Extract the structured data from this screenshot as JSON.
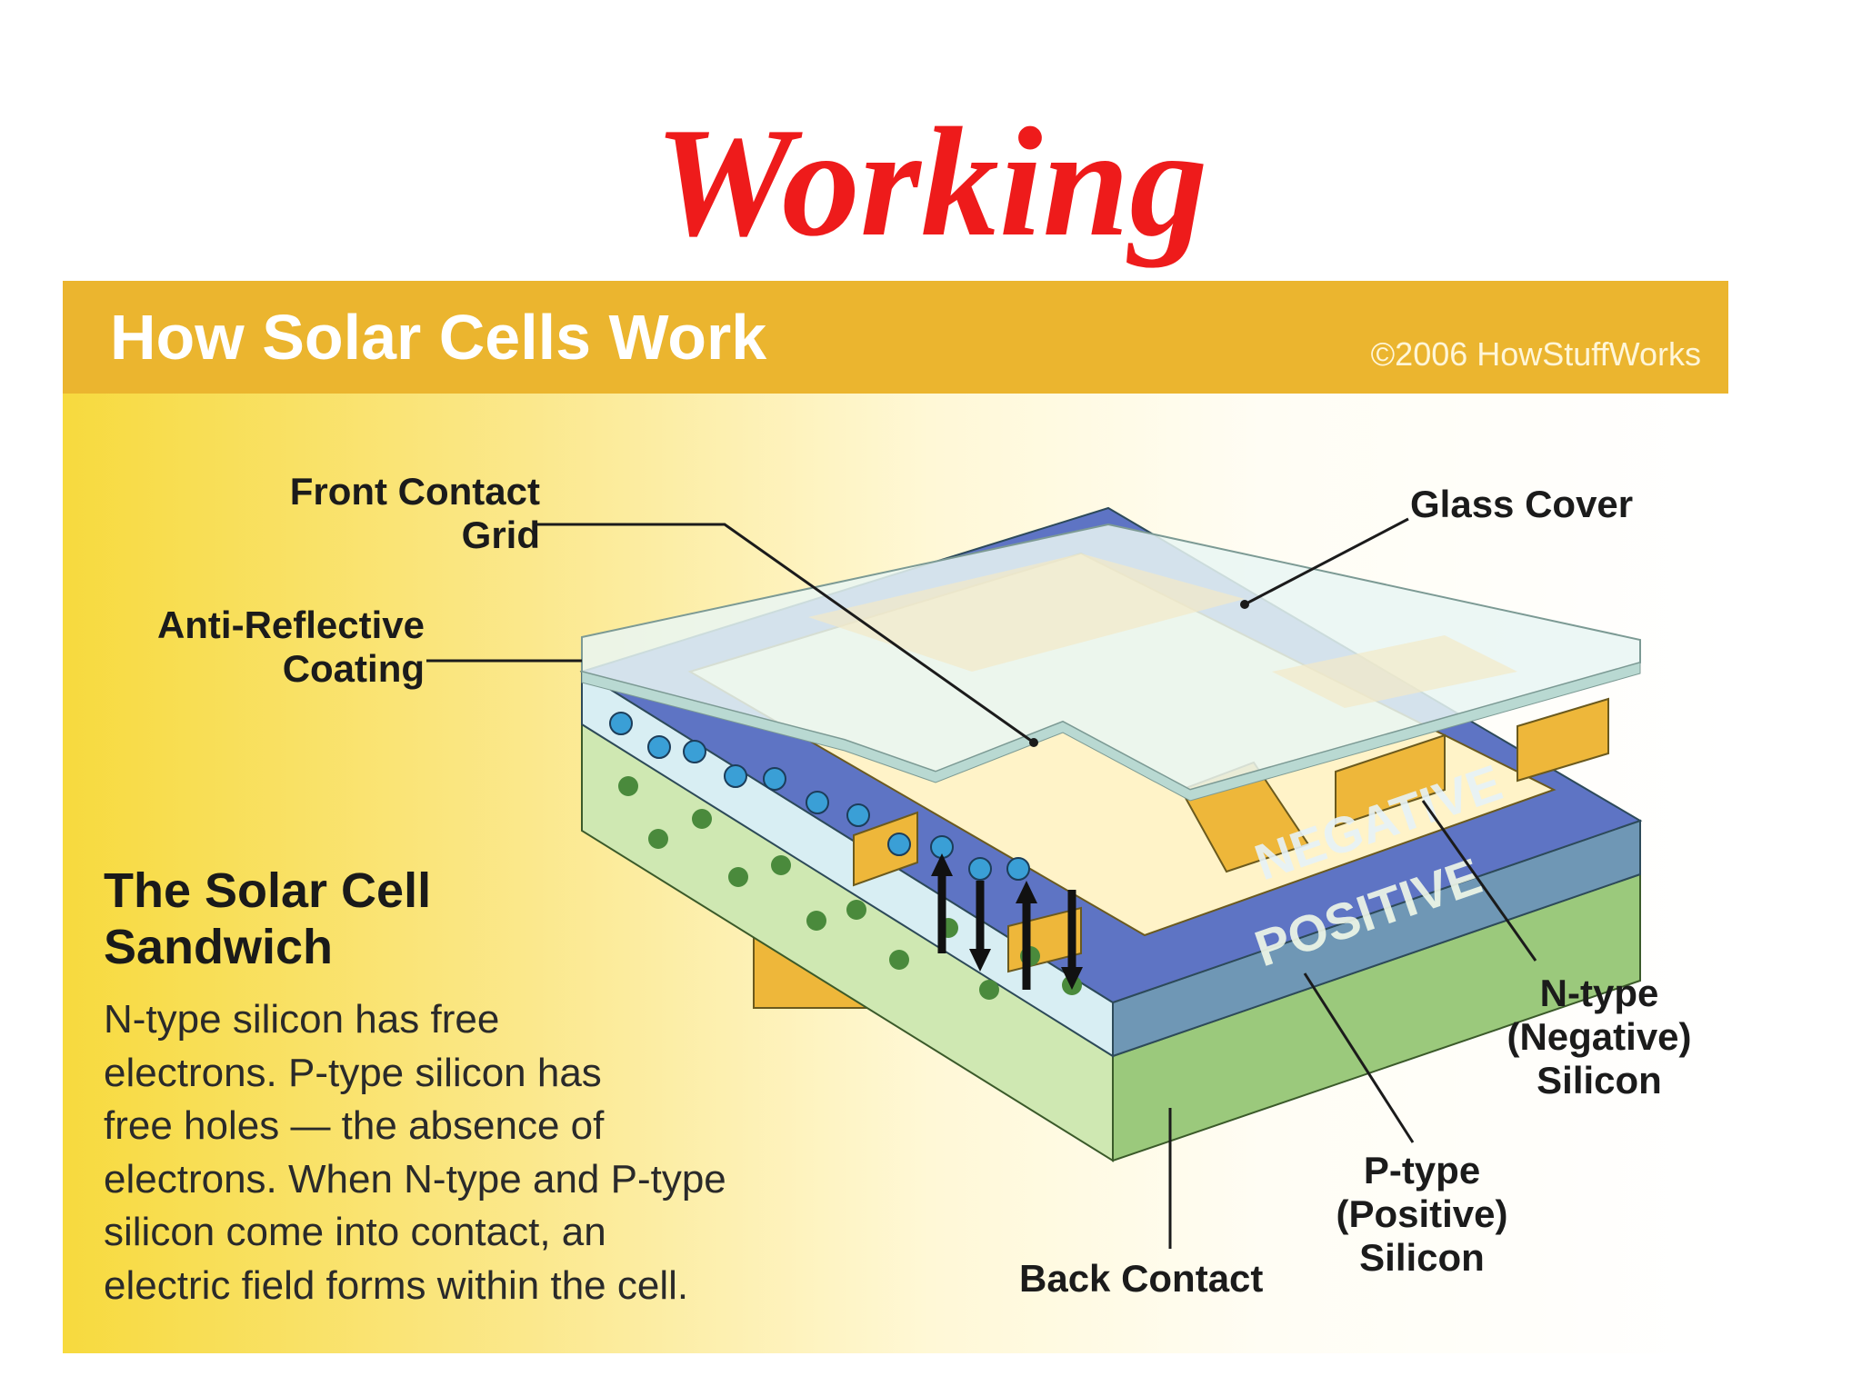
{
  "slide": {
    "title": "Working"
  },
  "panel": {
    "heading": "How Solar Cells Work",
    "copyright": "©2006 HowStuffWorks"
  },
  "labels": {
    "front_contact_grid": [
      "Front Contact",
      "Grid"
    ],
    "anti_reflective_coating": [
      "Anti-Reflective",
      "Coating"
    ],
    "glass_cover": "Glass Cover",
    "n_type_silicon": [
      "N-type",
      "(Negative)",
      "Silicon"
    ],
    "p_type_silicon": [
      "P-type",
      "(Positive)",
      "Silicon"
    ],
    "back_contact": "Back Contact",
    "layer_negative": "NEGATIVE",
    "layer_positive": "POSITIVE"
  },
  "sandwich": {
    "title": [
      "The Solar Cell",
      "Sandwich"
    ],
    "body": [
      "N-type silicon has free",
      "electrons. P-type silicon has",
      "free holes — the absence of",
      "electrons. When N-type and P-type",
      "silicon come into contact, an",
      "electric field forms within the cell."
    ]
  },
  "colors": {
    "title_red": "#ee1b1b",
    "header_gold": "#ebb52f",
    "n_layer_blue": "#6f97b5",
    "p_layer_green": "#9bc97c",
    "contact_gold": "#eeb73a",
    "electron_blue": "#3a9fd6",
    "hole_green": "#4a8a3c"
  }
}
